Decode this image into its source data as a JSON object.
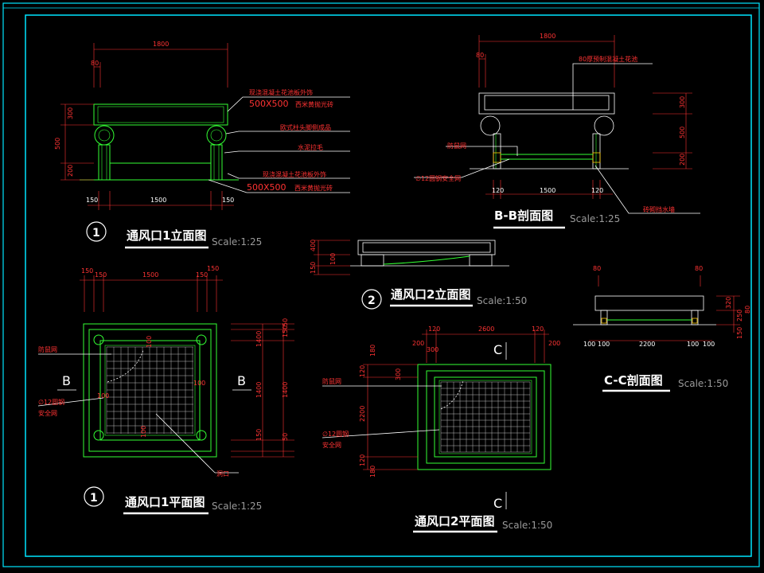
{
  "colors": {
    "background": "#000000",
    "frame": "#00e5ff",
    "geometry": "#33ff33",
    "annotation": "#ff3333",
    "title": "#ffffff",
    "scale": "#9a9a9a"
  },
  "elevation1": {
    "dims": {
      "total": "1800",
      "offset": "80",
      "h300": "300",
      "h500": "500",
      "h200": "200",
      "b150a": "150",
      "b1500": "1500",
      "b150b": "150"
    },
    "notes": {
      "n1": "现浇混凝土花池板外饰",
      "n2": "500X500",
      "n2b": "西米黄抛光砖",
      "n3": "欧式柱头脚侧成品",
      "n4": "水泥拉毛",
      "n5": "现浇混凝土花池板外饰",
      "n6": "500X500",
      "n6b": "西米黄抛光砖"
    },
    "num": "1",
    "title": "通风口1立面图",
    "scale": "Scale:1:25"
  },
  "sectionBB": {
    "dims": {
      "total": "1800",
      "offset": "80",
      "h300": "300",
      "h500": "500",
      "h200": "200",
      "b120a": "120",
      "b1500": "1500",
      "b120b": "120"
    },
    "notes": {
      "n1": "80厚预制混凝土花池",
      "n2": "防鼠网",
      "n3": "∅12圆钢安全网",
      "n4": "砖砌挡水墙"
    },
    "title": "B-B剖面图",
    "scale": "Scale:1:25"
  },
  "elevation2": {
    "dims": {
      "h400": "400",
      "h100": "100",
      "h150": "150"
    },
    "num": "2",
    "title": "通风口2立面图",
    "scale": "Scale:1:50"
  },
  "sectionCC": {
    "dims": {
      "t80a": "80",
      "t80b": "80",
      "h320": "320",
      "h80": "80",
      "h250": "250",
      "h150": "150",
      "b100a": "100",
      "b100b": "100",
      "b2200": "2200",
      "b100c": "100",
      "b100d": "100"
    },
    "title": "C-C剖面图",
    "scale": "Scale:1:50"
  },
  "plan1": {
    "dims": {
      "t150a": "150",
      "t150b": "150",
      "t1500": "1500",
      "t150c": "150",
      "t150d": "150",
      "r150": "150",
      "r50": "50",
      "r1400a": "1400",
      "r1400b": "1400",
      "r1400c": "1400",
      "r150b": "150",
      "r50b": "50",
      "i100a": "100",
      "i100b": "100",
      "i100c": "100",
      "i100d": "100"
    },
    "notes": {
      "n1": "防鼠网",
      "n2": "∅12圆钢",
      "n2b": "安全网",
      "n3": "洞口"
    },
    "markB1": "B",
    "markB2": "B",
    "num": "1",
    "title": "通风口1平面图",
    "scale": "Scale:1:25"
  },
  "plan2": {
    "dims": {
      "t120a": "120",
      "t2600": "2600",
      "t120b": "120",
      "t200a": "200",
      "t300": "300",
      "t200b": "200",
      "l180a": "180",
      "l120a": "120",
      "l300": "300",
      "l2200": "2200",
      "l120b": "120",
      "l180b": "180"
    },
    "notes": {
      "n1": "防鼠网",
      "n2": "∅12圆钢",
      "n2b": "安全网"
    },
    "markC1": "C",
    "markC2": "C",
    "title": "通风口2平面图",
    "scale": "Scale:1:50"
  }
}
